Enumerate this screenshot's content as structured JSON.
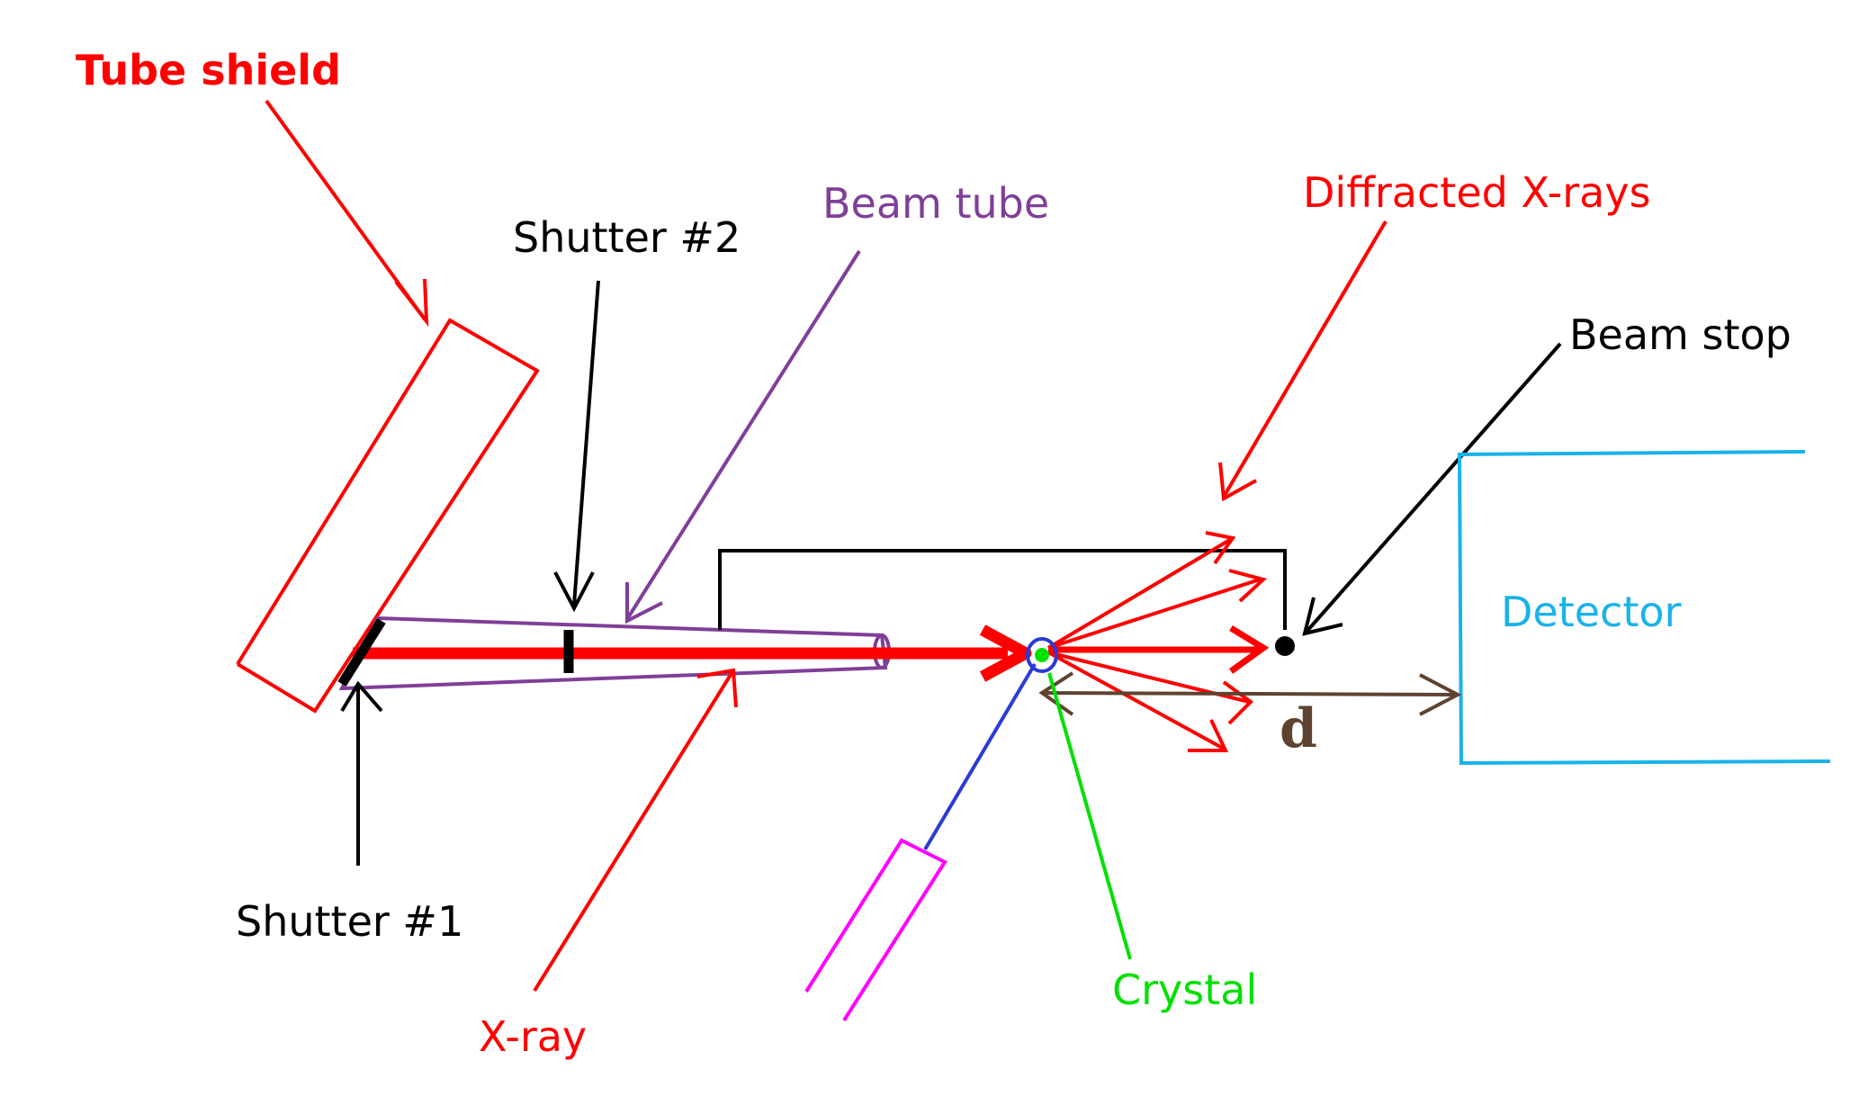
{
  "labels": {
    "tube_shield": "Tube shield",
    "shutter_2": "Shutter #2",
    "beam_tube": "Beam tube",
    "diffracted_xrays": "Diffracted X-rays",
    "beam_stop": "Beam stop",
    "detector": "Detector",
    "d": "d",
    "shutter_1": "Shutter #1",
    "xray": "X-ray",
    "crystal": "Crystal"
  },
  "colors": {
    "red": "#ff0000",
    "purple": "#7f3f98",
    "black": "#000000",
    "cyan": "#1ab2ea",
    "green": "#00e000",
    "brown": "#5e4330",
    "magenta": "#ff00ff",
    "blue": "#2a3bd6"
  }
}
